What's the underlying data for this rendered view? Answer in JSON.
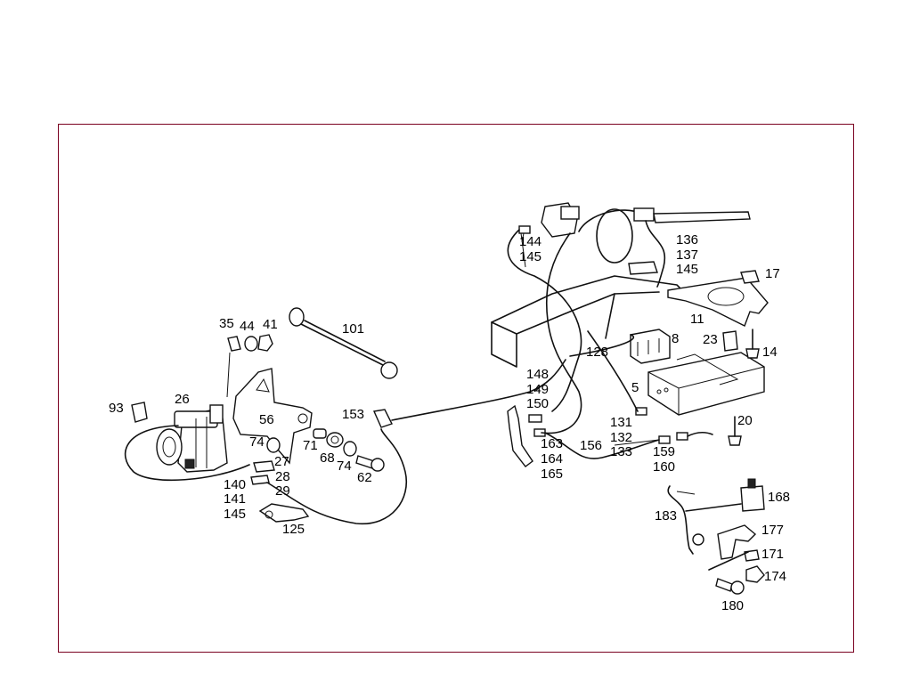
{
  "diagram": {
    "colors": {
      "frame": "#7a0020",
      "line": "#111111",
      "accent": "#8a0b2a"
    },
    "labels": {
      "l93": "93",
      "l26": "26",
      "l35": "35",
      "l44": "44",
      "l41": "41",
      "l101": "101",
      "l56": "56",
      "l74a": "74",
      "l27": "27",
      "l71": "71",
      "l68": "68",
      "l74b": "74",
      "l62": "62",
      "l28": "28",
      "l29": "29",
      "l140": "140",
      "l141": "141",
      "l145a": "145",
      "l125": "125",
      "l153": "153",
      "l144": "144",
      "l145b": "145",
      "l136": "136",
      "l137": "137",
      "l145c": "145",
      "l17": "17",
      "l11": "11",
      "l8": "8",
      "l23": "23",
      "l14": "14",
      "l128": "128",
      "l5": "5",
      "l148": "148",
      "l149": "149",
      "l150": "150",
      "l131": "131",
      "l132": "132",
      "l133": "133",
      "l156": "156",
      "l163": "163",
      "l164": "164",
      "l165": "165",
      "l159": "159",
      "l160": "160",
      "l20": "20",
      "l168": "168",
      "l183": "183",
      "l177": "177",
      "l171": "171",
      "l174": "174",
      "l180": "180"
    }
  }
}
